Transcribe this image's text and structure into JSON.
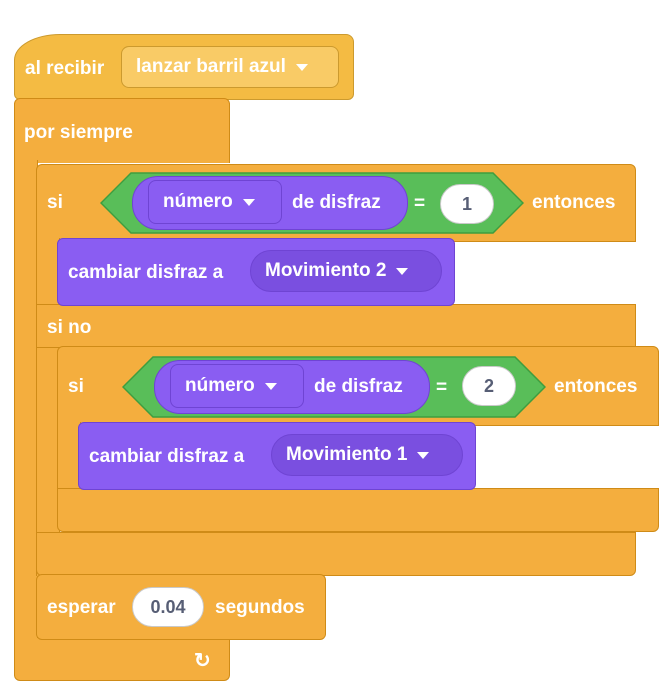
{
  "hat": {
    "label": "al recibir",
    "message": "lanzar barril azul"
  },
  "forever": {
    "label": "por siempre"
  },
  "if_outer": {
    "si": "si",
    "sensor_option": "número",
    "sensor_suffix": "de disfraz",
    "equals": "=",
    "value": "1",
    "then": "entonces"
  },
  "switch1": {
    "label": "cambiar disfraz a",
    "costume": "Movimiento 2"
  },
  "else_label": "si no",
  "if_inner": {
    "si": "si",
    "sensor_option": "número",
    "sensor_suffix": "de disfraz",
    "equals": "=",
    "value": "2",
    "then": "entonces"
  },
  "switch2": {
    "label": "cambiar disfraz a",
    "costume": "Movimiento 1"
  },
  "wait": {
    "label": "esperar",
    "value": "0.04",
    "unit": "segundos"
  },
  "icons": {
    "loop_arrow": "loop-arrow-icon",
    "dropdown": "dropdown-triangle-icon"
  },
  "colors": {
    "events": "#F4BB43",
    "control": "#F4AE3E",
    "looks": "#8A5DF2",
    "operators": "#59BE59"
  }
}
